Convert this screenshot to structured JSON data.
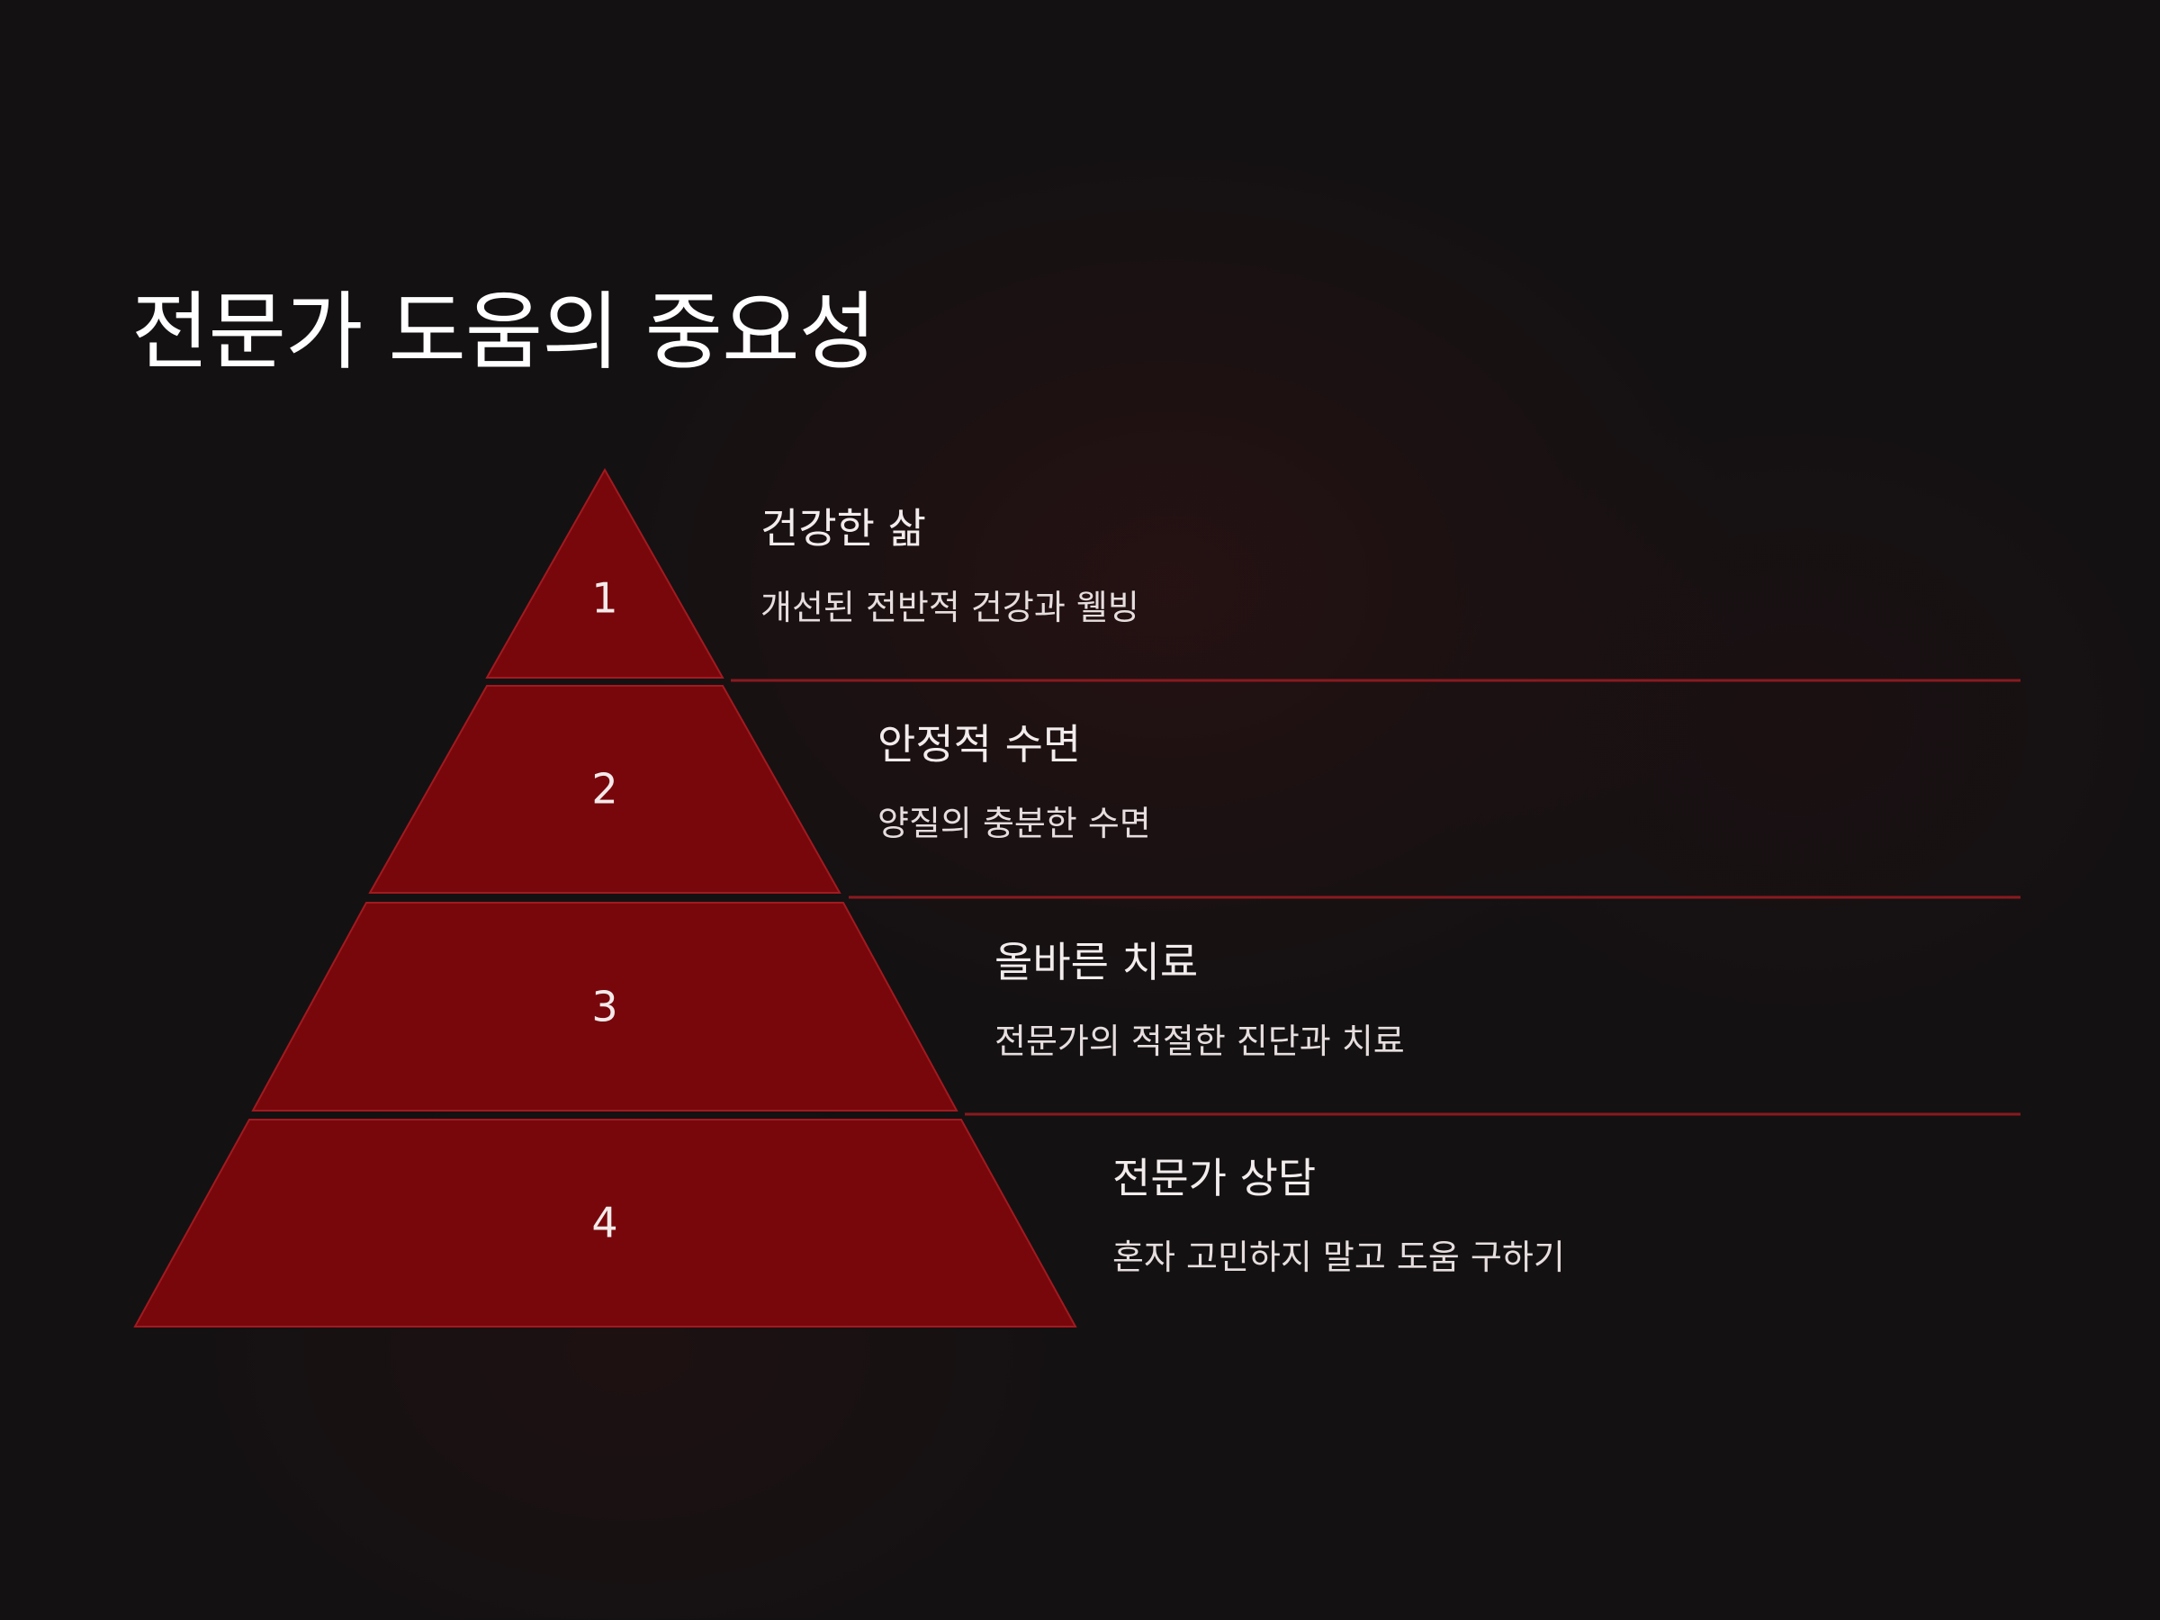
{
  "title": "전문가 도움의 중요성",
  "colors": {
    "background": "#141112",
    "tier_fill": "#78070b",
    "tier_stroke": "#a11a20",
    "separator": "#8a1a1f",
    "text": "#ffffff"
  },
  "tiers": [
    {
      "number": "1",
      "heading": "건강한 삶",
      "description": "개선된 전반적 건강과 웰빙"
    },
    {
      "number": "2",
      "heading": "안정적 수면",
      "description": "양질의 충분한 수면"
    },
    {
      "number": "3",
      "heading": "올바른 치료",
      "description": "전문가의 적절한 진단과 치료"
    },
    {
      "number": "4",
      "heading": "전문가 상담",
      "description": "혼자 고민하지 말고 도움 구하기"
    }
  ]
}
